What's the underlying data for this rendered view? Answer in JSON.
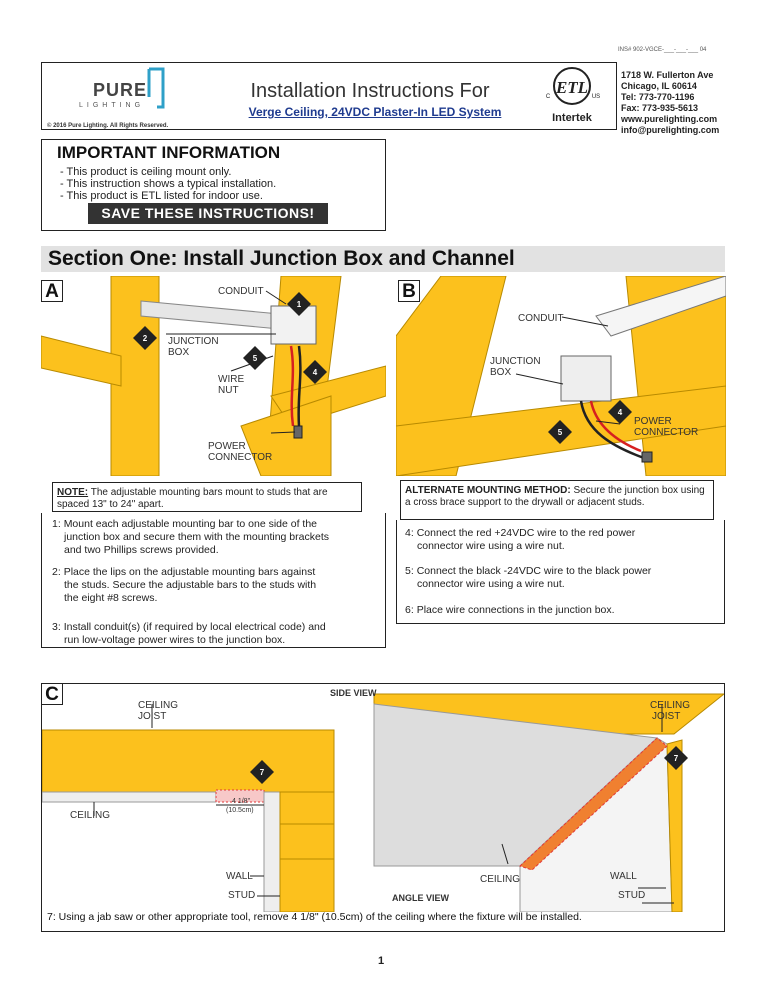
{
  "doc_number": "INS# 902-VGCE-___-___-___ 04",
  "header": {
    "brand": "PURE",
    "brand_sub": "LIGHTING",
    "title": "Installation Instructions For",
    "subtitle": "Verge Ceiling, 24VDC Plaster-In LED System",
    "copyright": "© 2016 Pure Lighting. All Rights Reserved.",
    "cert": {
      "mark": "ETL",
      "left": "C",
      "right": "US",
      "sub": "Intertek"
    },
    "address": [
      "1718 W. Fullerton Ave",
      "Chicago, IL 60614",
      "Tel: 773-770-1196",
      "Fax: 773-935-5613",
      "www.purelighting.com",
      "info@purelighting.com"
    ]
  },
  "important": {
    "title": "IMPORTANT INFORMATION",
    "lines": [
      "- This product is ceiling mount only.",
      "- This instruction shows a typical installation.",
      "- This product is ETL listed for indoor use."
    ],
    "save": "SAVE THESE INSTRUCTIONS!"
  },
  "section_one": {
    "title": "Section One: Install Junction Box and Channel",
    "panel_a": {
      "letter": "A",
      "labels": {
        "conduit": "CONDUIT",
        "junction_box_1": "JUNCTION",
        "junction_box_2": "BOX",
        "wire_nut_1": "WIRE",
        "wire_nut_2": "NUT",
        "power_connector_1": "POWER",
        "power_connector_2": "CONNECTOR"
      },
      "callouts": [
        "1",
        "2",
        "5",
        "4"
      ]
    },
    "panel_b": {
      "letter": "B",
      "labels": {
        "conduit": "CONDUIT",
        "junction_box_1": "JUNCTION",
        "junction_box_2": "BOX",
        "power_connector_1": "POWER",
        "power_connector_2": "CONNECTOR"
      },
      "callouts": [
        "4",
        "5"
      ]
    },
    "note_a": {
      "label": "NOTE:",
      "text": " The adjustable mounting bars mount to studs that are spaced 13\" to 24\" apart."
    },
    "note_b": {
      "label": "ALTERNATE MOUNTING METHOD:",
      "text": " Secure the junction box  using a cross brace support to the drywall or adjacent studs."
    },
    "steps_left": [
      {
        "num": "1:",
        "text": "Mount each adjustable mounting bar to one side of the",
        "cont": "junction box and secure them with the mounting brackets",
        "cont2": "and two Phillips screws provided."
      },
      {
        "num": "2:",
        "text": "Place the lips on the adjustable mounting bars against",
        "cont": "the studs. Secure the adjustable bars to the studs with",
        "cont2": "the eight #8 screws."
      },
      {
        "num": "3:",
        "text": "Install conduit(s) (if required by local electrical code) and",
        "cont": "run low-voltage power wires to the junction box.",
        "cont2": ""
      }
    ],
    "steps_right": [
      {
        "num": "4:",
        "text": "Connect the red +24VDC wire to the red power",
        "cont": "connector wire using a wire nut."
      },
      {
        "num": "5:",
        "text": "Connect the black -24VDC wire to the black power",
        "cont": "connector wire using a wire nut."
      },
      {
        "num": "6:",
        "text": "Place wire connections in the junction box.",
        "cont": ""
      }
    ],
    "panel_c": {
      "letter": "C",
      "side_view": "SIDE VIEW",
      "angle_view": "ANGLE VIEW",
      "labels": {
        "ceiling_joist_1": "CEILING",
        "ceiling_joist_2": "JOIST",
        "ceiling": "CEILING",
        "wall": "WALL",
        "stud": "STUD",
        "dim_1": "4 1/8\"",
        "dim_2": "(10.5cm)"
      },
      "callout": "7",
      "caption": "7: Using a jab saw or other appropriate tool, remove 4 1/8\" (10.5cm) of the ceiling where the fixture will be installed."
    }
  },
  "page_number": "1",
  "colors": {
    "wood": "#fcc11d",
    "wood_edge": "#b88a00",
    "callout": "#222222",
    "wire_red": "#d62020",
    "strip_orange": "#f08030",
    "strip_red": "#e23838"
  }
}
